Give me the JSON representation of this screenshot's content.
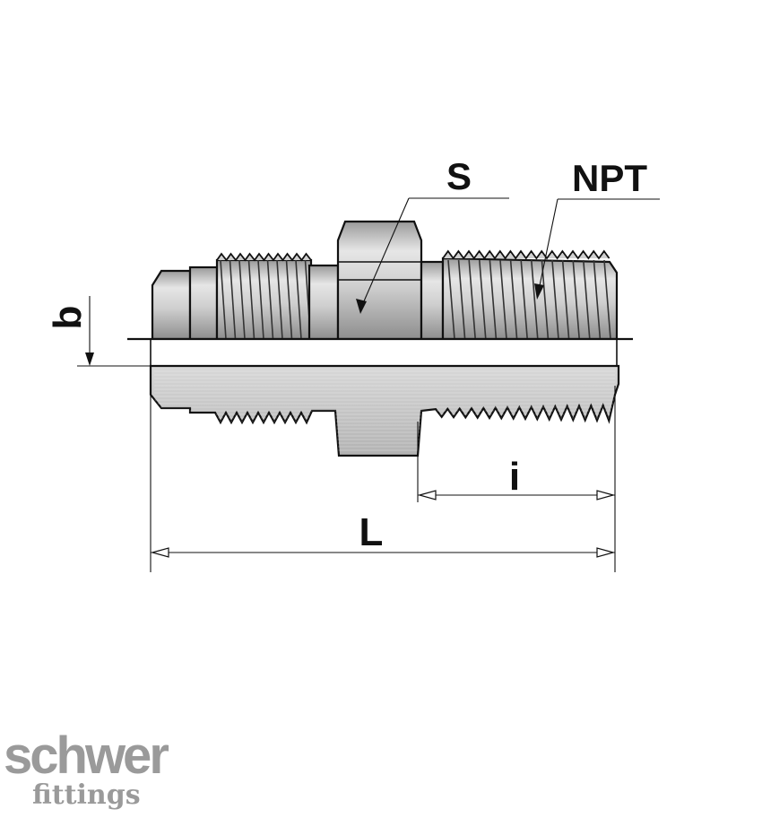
{
  "labels": {
    "wrench_size": "S",
    "thread_type": "NPT",
    "bore": "b",
    "thread_length": "i",
    "overall_length": "L"
  },
  "logo": {
    "name": "schwer",
    "subtitle": "fittings"
  },
  "colors": {
    "metal_light": "#dcdcdc",
    "metal_mid": "#c0c0c0",
    "metal_dark": "#8c8c8c",
    "outline": "#111111",
    "logo_gray": "#9a9a9a"
  }
}
